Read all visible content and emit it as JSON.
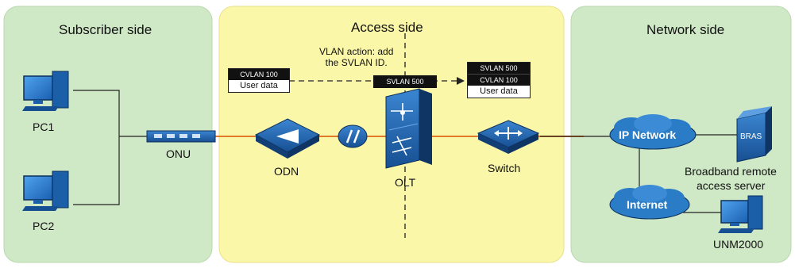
{
  "panels": {
    "subscriber": {
      "title": "Subscriber side",
      "color": "#cfe8c6"
    },
    "access": {
      "title": "Access side",
      "color": "#fbf7a8"
    },
    "network": {
      "title": "Network side",
      "color": "#cfe8c6"
    }
  },
  "devices": {
    "pc1": "PC1",
    "pc2": "PC2",
    "onu": "ONU",
    "odn": "ODN",
    "olt": "OLT",
    "switch": "Switch",
    "ip_network": "IP Network",
    "internet": "Internet",
    "bras_badge": "BRAS",
    "bras_line1": "Broadband remote",
    "bras_line2": "access server",
    "unm": "UNM2000"
  },
  "vlan": {
    "action_line1": "VLAN action: add",
    "action_line2": "the SVLAN ID.",
    "left_cvlan": "CVLAN 100",
    "left_user": "User data",
    "mid_svlan": "SVLAN 500",
    "right_svlan": "SVLAN 500",
    "right_cvlan": "CVLAN 100",
    "right_user": "User data"
  },
  "colors": {
    "device_blue": "#1a5fa8",
    "cloud_blue": "#2a7cc7",
    "fiber_orange": "#e07a2a"
  }
}
